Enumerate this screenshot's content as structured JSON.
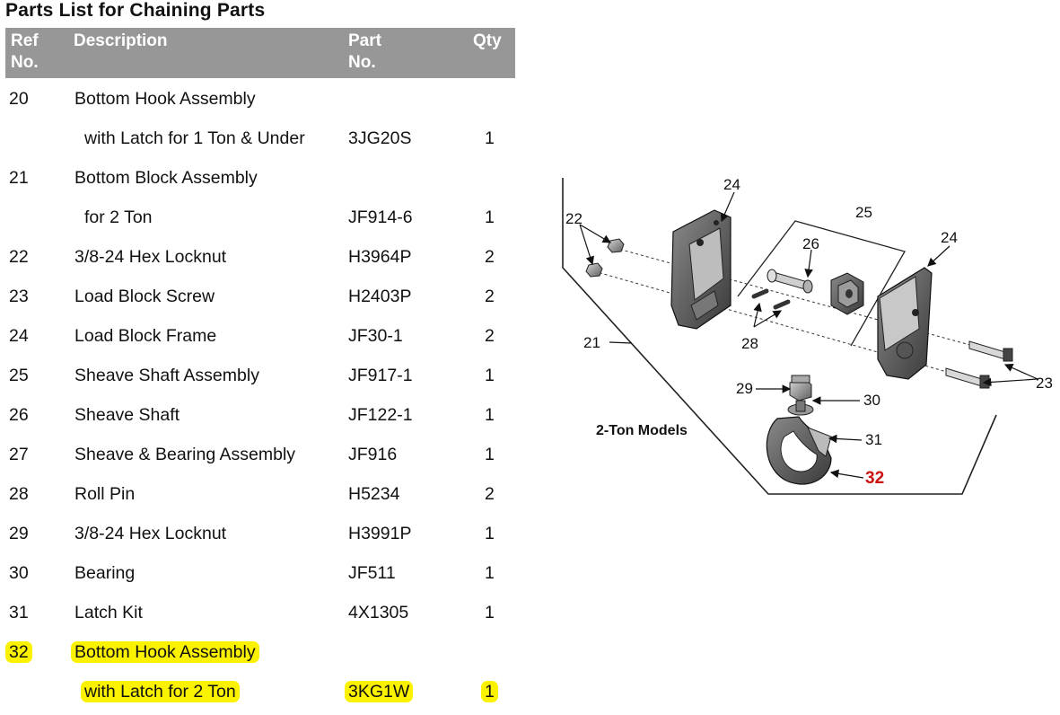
{
  "title": "Parts List for Chaining Parts",
  "headers": {
    "ref": [
      "Ref",
      "No."
    ],
    "description": "Description",
    "part": [
      "Part",
      "No."
    ],
    "qty": "Qty"
  },
  "rows": [
    {
      "ref": "20",
      "description": "Bottom Hook Assembly",
      "part": "",
      "qty": ""
    },
    {
      "ref": "",
      "description": "with Latch for 1 Ton & Under",
      "part": "3JG20S",
      "qty": "1",
      "indent": true
    },
    {
      "ref": "21",
      "description": "Bottom Block Assembly",
      "part": "",
      "qty": ""
    },
    {
      "ref": "",
      "description": "for 2 Ton",
      "part": "JF914-6",
      "qty": "1",
      "indent": true
    },
    {
      "ref": "22",
      "description": "3/8-24 Hex Locknut",
      "part": "H3964P",
      "qty": "2"
    },
    {
      "ref": "23",
      "description": "Load Block Screw",
      "part": "H2403P",
      "qty": "2"
    },
    {
      "ref": "24",
      "description": "Load Block Frame",
      "part": "JF30-1",
      "qty": "2"
    },
    {
      "ref": "25",
      "description": "Sheave Shaft Assembly",
      "part": "JF917-1",
      "qty": "1"
    },
    {
      "ref": "26",
      "description": "Sheave Shaft",
      "part": "JF122-1",
      "qty": "1"
    },
    {
      "ref": "27",
      "description": "Sheave & Bearing Assembly",
      "part": "JF916",
      "qty": "1"
    },
    {
      "ref": "28",
      "description": "Roll Pin",
      "part": "H5234",
      "qty": "2"
    },
    {
      "ref": "29",
      "description": "3/8-24 Hex Locknut",
      "part": "H3991P",
      "qty": "1"
    },
    {
      "ref": "30",
      "description": "Bearing",
      "part": "JF511",
      "qty": "1"
    },
    {
      "ref": "31",
      "description": "Latch Kit",
      "part": "4X1305",
      "qty": "1"
    },
    {
      "ref": "32",
      "description": "Bottom Hook Assembly",
      "part": "",
      "qty": "",
      "highlight": true
    },
    {
      "ref": "",
      "description": "with Latch for 2 Ton",
      "part": "3KG1W",
      "qty": "1",
      "indent": true,
      "highlight": true
    }
  ],
  "diagram": {
    "caption": "2-Ton Models",
    "callouts": {
      "c21": "21",
      "c22": "22",
      "c23": "23",
      "c24a": "24",
      "c24b": "24",
      "c25": "25",
      "c26": "26",
      "c28": "28",
      "c29": "29",
      "c30": "30",
      "c31": "31",
      "c32": "32"
    },
    "highlight_color": "#fbf200",
    "callout_highlight_color": "#cc1111"
  }
}
